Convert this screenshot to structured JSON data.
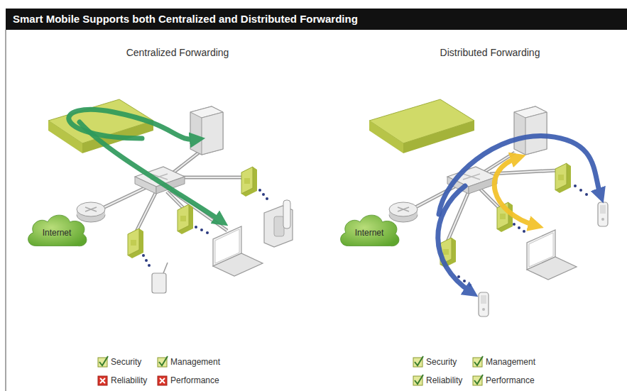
{
  "diagram": {
    "title": "Smart Mobile Supports both Centralized and Distributed Forwarding",
    "nodes": [
      {
        "text": [
          "Internet"
        ]
      },
      {
        "text": [
          "Internet"
        ]
      }
    ],
    "labels": [
      "Centralized Forwarding",
      "Distributed Forwarding",
      "Security",
      "Management",
      "Reliability",
      "Performance",
      "Security",
      "Management",
      "Reliability",
      "Performance"
    ]
  }
}
